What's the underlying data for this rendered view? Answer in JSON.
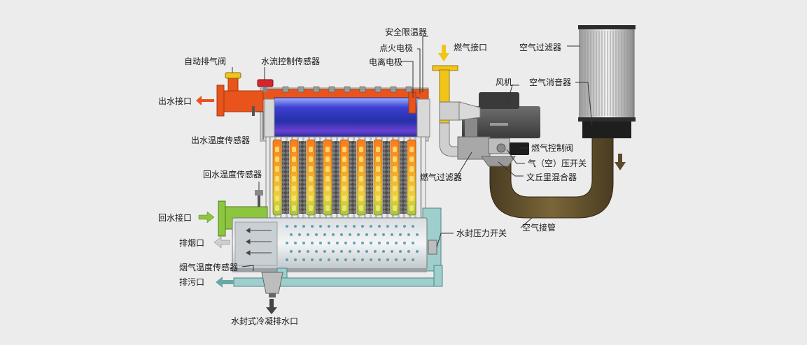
{
  "labels": {
    "auto_vent_valve": "自动排气阀",
    "water_flow_sensor": "水流控制传感器",
    "safety_limit_thermostat": "安全限温器",
    "ignition_electrode": "点火电极",
    "ionization_electrode": "电离电极",
    "gas_inlet": "燃气接口",
    "air_filter": "空气过滤器",
    "fan": "风机",
    "air_silencer": "空气消音器",
    "water_outlet": "出水接口",
    "outlet_temp_sensor": "出水温度传感器",
    "gas_control_valve": "燃气控制阀",
    "air_pressure_switch": "气（空）压开关",
    "gas_filter": "燃气过滤器",
    "venturi_mixer": "文丘里混合器",
    "return_temp_sensor": "回水温度传感器",
    "return_inlet": "回水接口",
    "water_seal_pressure_switch": "水封压力开关",
    "air_duct": "空气接管",
    "flue_outlet": "排烟口",
    "flue_temp_sensor": "烟气温度传感器",
    "drain_outlet": "排污口",
    "condensate_drain": "水封式冷凝排水口"
  },
  "colors": {
    "background": "#ececec",
    "hot_water": "#e8541c",
    "return_water": "#8cc63f",
    "gas": "#f0c419",
    "flue": "#b9b9b9",
    "drain": "#6aa8a6",
    "duct": "#5a4a2a",
    "burner_blue": "#2a3fb0"
  }
}
